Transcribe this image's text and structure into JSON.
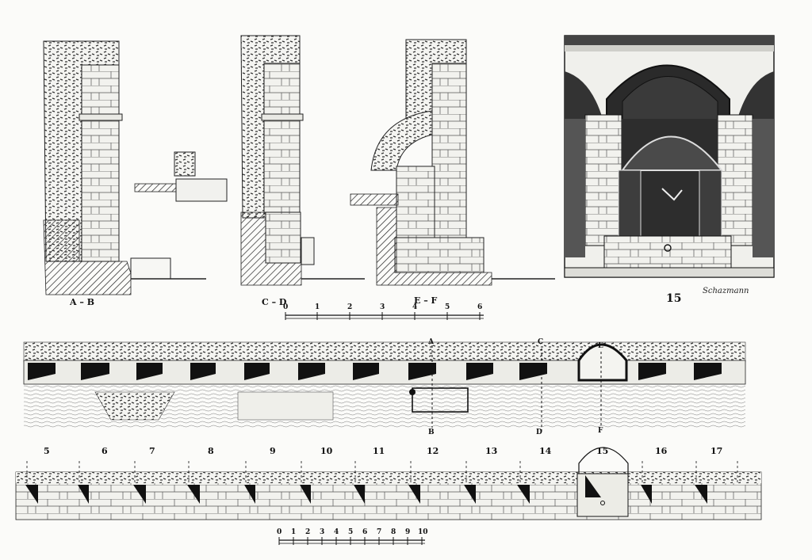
{
  "section_labels": {
    "ab": "A – B",
    "cd": "C – D",
    "ef": "E – F",
    "elevation_number": "15"
  },
  "signature": "Schazmann",
  "scale_small": {
    "ticks": [
      "0",
      "1",
      "2",
      "3",
      "4",
      "5",
      "6"
    ]
  },
  "scale_large": {
    "ticks": [
      "0",
      "1",
      "2",
      "3",
      "4",
      "5",
      "6",
      "7",
      "8",
      "9",
      "10"
    ]
  },
  "plan_letters": {
    "a": "A",
    "b": "B",
    "c": "C",
    "d": "D",
    "e": "E",
    "f": "F"
  },
  "bay_numbers": [
    "5",
    "6",
    "7",
    "8",
    "9",
    "10",
    "11",
    "12",
    "13",
    "14",
    "15",
    "16",
    "17"
  ]
}
